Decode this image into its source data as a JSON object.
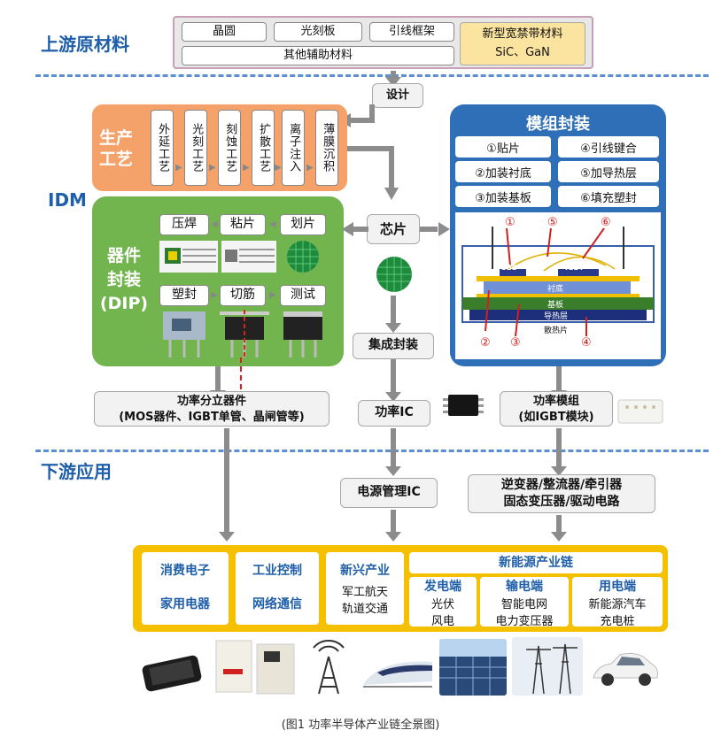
{
  "sections": {
    "upstream": "上游原材料",
    "idm": "IDM",
    "downstream": "下游应用"
  },
  "upstream": {
    "wafer": "晶圆",
    "photomask": "光刻板",
    "leadframe": "引线框架",
    "wide_bandgap_line1": "新型宽禁带材料",
    "wide_bandgap_line2": "SiC、GaN",
    "aux": "其他辅助材料"
  },
  "design": "设计",
  "production": {
    "title_line1": "生产",
    "title_line2": "工艺",
    "steps": [
      "外延工艺",
      "光刻工艺",
      "刻蚀工艺",
      "扩散工艺",
      "离子注入",
      "薄膜沉积"
    ]
  },
  "device_packaging": {
    "title_line1": "器件",
    "title_line2": "封装",
    "title_line3": "(DIP)",
    "steps_top": [
      "压焊",
      "粘片",
      "划片"
    ],
    "steps_bottom": [
      "塑封",
      "切筋",
      "测试"
    ]
  },
  "chip": "芯片",
  "integrated_packaging": "集成封装",
  "module_packaging": {
    "title": "模组封装",
    "items": [
      "①贴片",
      "④引线键合",
      "②加装衬底",
      "⑤加导热层",
      "③加装基板",
      "⑥填充塑封"
    ],
    "diagram_labels": {
      "sbd": "SBD",
      "igbt": "IGBT",
      "substrate": "衬底",
      "baseplate": "基板",
      "thermal_layer": "导热层",
      "heatsink": "散热片",
      "n1": "①",
      "n2": "②",
      "n3": "③",
      "n4": "④",
      "n5": "⑤",
      "n6": "⑥"
    }
  },
  "outputs": {
    "discrete_line1": "功率分立器件",
    "discrete_line2": "(MOS器件、IGBT单管、晶闸管等)",
    "power_ic": "功率IC",
    "power_module_line1": "功率模组",
    "power_module_line2": "(如IGBT模块)"
  },
  "downstream": {
    "pmic": "电源管理IC",
    "inverter_line1": "逆变器/整流器/牵引器",
    "inverter_line2": "固态变压器/驱动电路"
  },
  "applications": {
    "consumer": "消费电子",
    "appliance": "家用电器",
    "industrial": "工业控制",
    "network": "网络通信",
    "emerging_title": "新兴产业",
    "emerging_line1": "军工航天",
    "emerging_line2": "轨道交通",
    "new_energy_title": "新能源产业链",
    "generation_title": "发电端",
    "generation_line1": "光伏",
    "generation_line2": "风电",
    "transmission_title": "输电端",
    "transmission_line1": "智能电网",
    "transmission_line2": "电力变压器",
    "usage_title": "用电端",
    "usage_line1": "新能源汽车",
    "usage_line2": "充电桩"
  },
  "caption": "(图1  功率半导体产业链全景图)",
  "colors": {
    "accent_blue": "#1f5ea8",
    "production_orange": "#f4a26a",
    "packaging_green": "#72b44e",
    "module_blue": "#2e6fb7",
    "apps_yellow": "#f5c000",
    "upstream_pink": "#c8a0b8"
  }
}
